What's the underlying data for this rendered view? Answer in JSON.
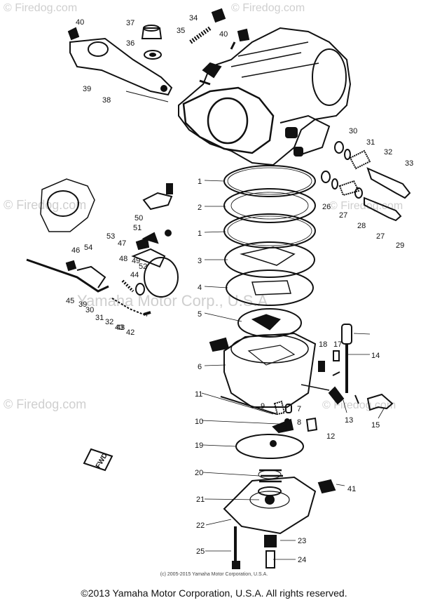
{
  "watermarks": {
    "site": "© Firedog.com",
    "maker": "Yamaha Motor Corp., U.S.A."
  },
  "callouts": [
    "1",
    "2",
    "1",
    "3",
    "4",
    "5",
    "6",
    "8",
    "11",
    "9",
    "7",
    "10",
    "8",
    "12",
    "13",
    "14",
    "15",
    "17",
    "18",
    "19",
    "20",
    "21",
    "22",
    "23",
    "24",
    "25",
    "26",
    "27",
    "28",
    "27",
    "29",
    "30",
    "31",
    "32",
    "33",
    "34",
    "35",
    "36",
    "37",
    "38",
    "39",
    "40",
    "40",
    "41",
    "42",
    "43",
    "44",
    "45",
    "46",
    "47",
    "48",
    "49",
    "50",
    "51",
    "52",
    "53",
    "54",
    "39",
    "30",
    "31",
    "32",
    "43"
  ],
  "fwd_label": "FWD",
  "small_copyright": "(c) 2005-2015 Yamaha Motor Corporation, U.S.A.",
  "copyright": "©2013 Yamaha Motor Corporation, U.S.A. All rights reserved."
}
